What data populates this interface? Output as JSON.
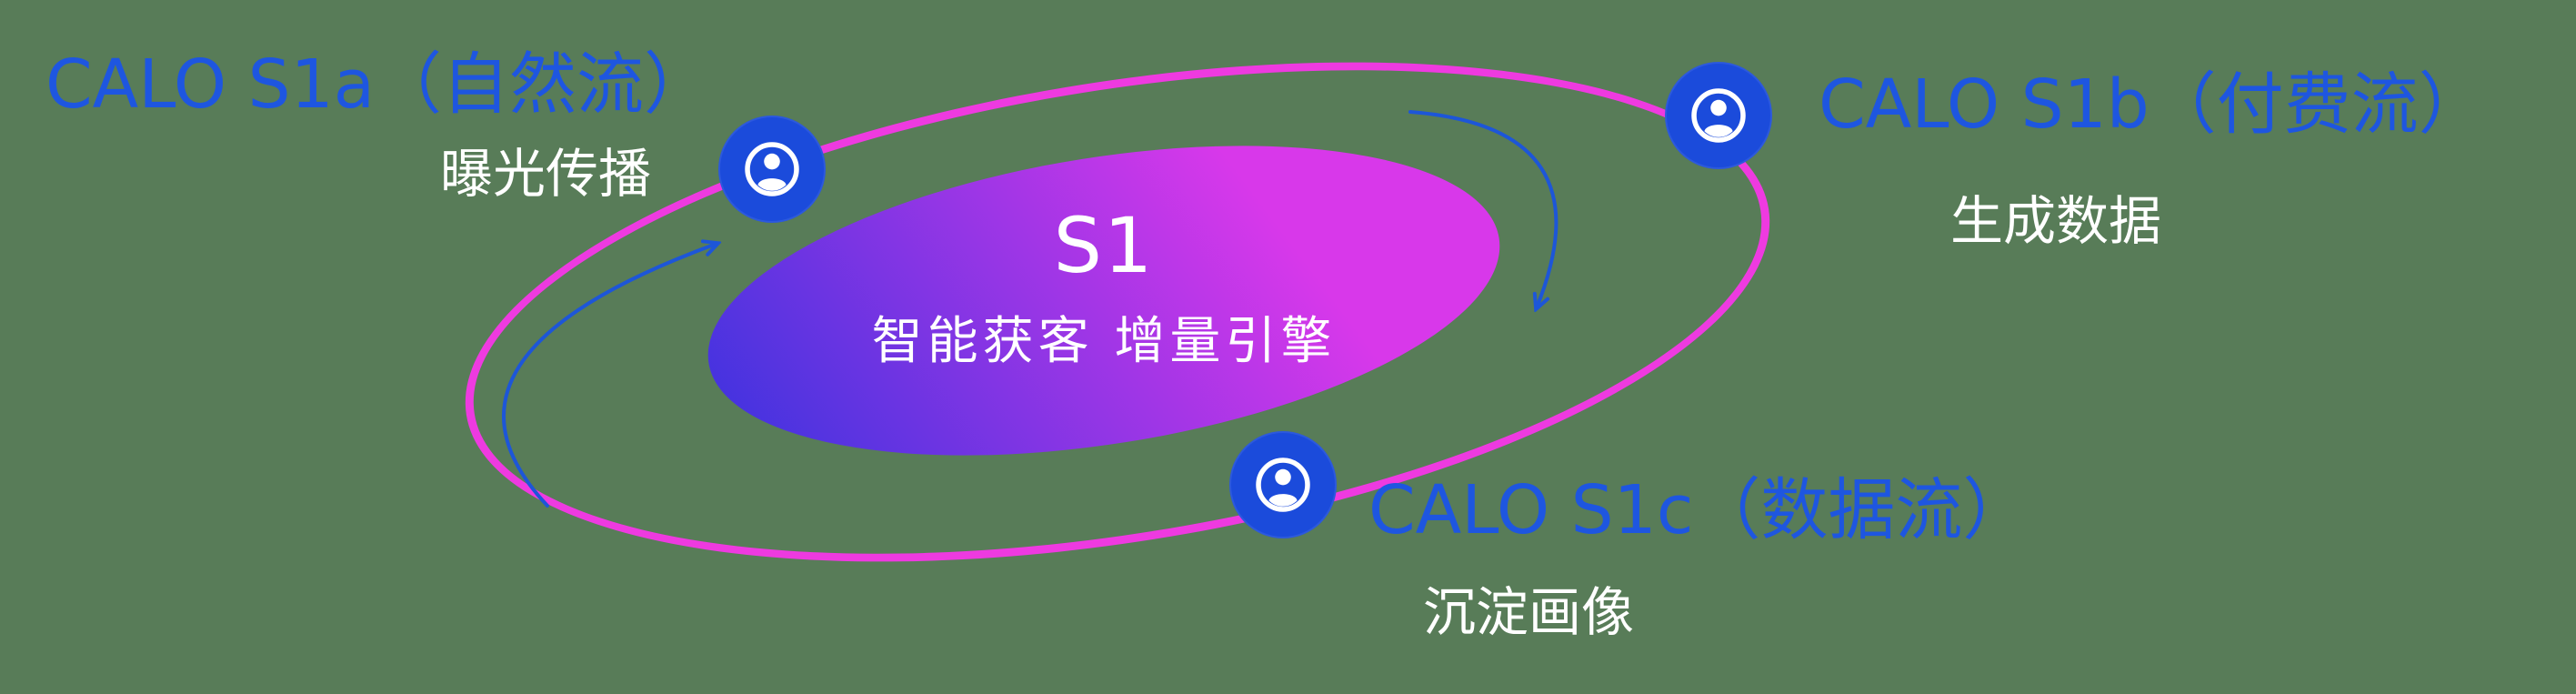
{
  "diagram": {
    "center": {
      "title": "S1",
      "subtitle": "智能获客  增量引擎"
    },
    "nodes": [
      {
        "id": "s1a",
        "title": "CALO S1a（自然流）",
        "subtitle": "曝光传播",
        "icon": "person-in-circle-icon"
      },
      {
        "id": "s1b",
        "title": "CALO S1b（付费流）",
        "subtitle": "生成数据",
        "icon": "person-in-circle-icon"
      },
      {
        "id": "s1c",
        "title": "CALO S1c（数据流）",
        "subtitle": "沉淀画像",
        "icon": "person-in-circle-icon"
      }
    ],
    "arrows": [
      {
        "id": "left-up-arrow",
        "direction": "curves up toward S1a node"
      },
      {
        "id": "top-right-down-arrow",
        "direction": "curves down from top toward core"
      }
    ]
  },
  "colors": {
    "canvas_bg": "#587c58",
    "label_blue": "#1e56e0",
    "icon_blue": "#1b4bdb",
    "arrow_blue": "#1d56d8",
    "orbit_pink": "#ee3ae0",
    "core_blue": "#4433df",
    "core_magenta": "#d838ea",
    "text_white": "#ffffff"
  }
}
